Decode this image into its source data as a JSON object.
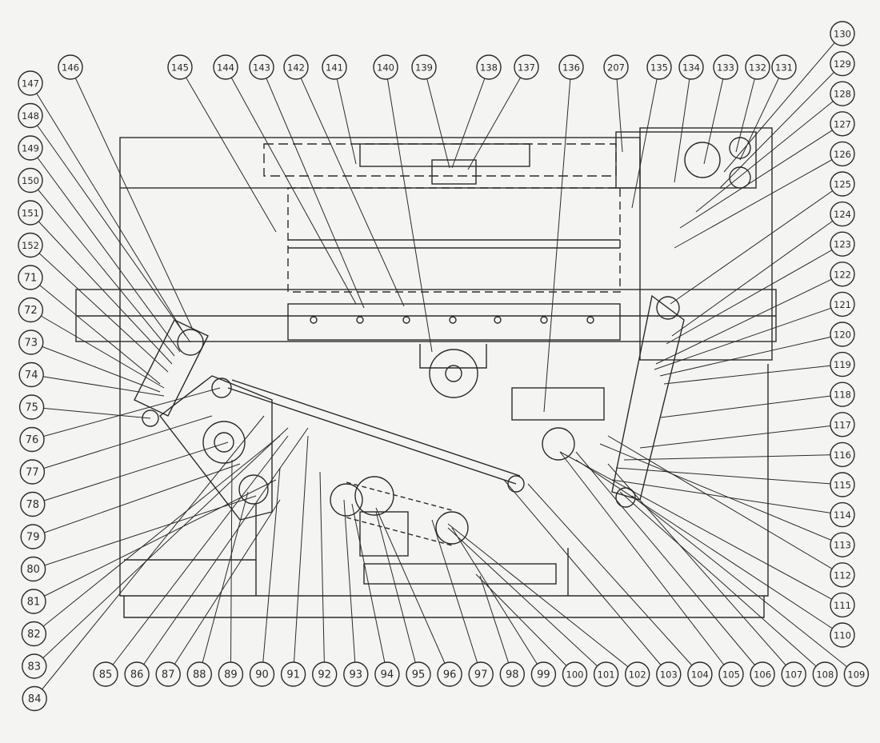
{
  "colors": {
    "background": "#f4f4f2",
    "ink": "#2b2b2b"
  },
  "callouts": {
    "top": [
      "146",
      "145",
      "144",
      "143",
      "142",
      "141",
      "140",
      "139",
      "138",
      "137",
      "136",
      "207",
      "135",
      "134",
      "133",
      "132",
      "131"
    ],
    "right": [
      "130",
      "129",
      "128",
      "127",
      "126",
      "125",
      "124",
      "123",
      "122",
      "121",
      "120",
      "119",
      "118",
      "117",
      "116",
      "115",
      "114",
      "113",
      "112",
      "111",
      "110"
    ],
    "bottom": [
      "85",
      "86",
      "87",
      "88",
      "89",
      "90",
      "91",
      "92",
      "93",
      "94",
      "95",
      "96",
      "97",
      "98",
      "99",
      "100",
      "101",
      "102",
      "103",
      "104",
      "105",
      "106",
      "107",
      "108",
      "109"
    ],
    "left": [
      "147",
      "148",
      "149",
      "150",
      "151",
      "152",
      "71",
      "72",
      "73",
      "74",
      "75",
      "76",
      "77",
      "78",
      "79",
      "80",
      "81",
      "82",
      "83",
      "84"
    ]
  }
}
